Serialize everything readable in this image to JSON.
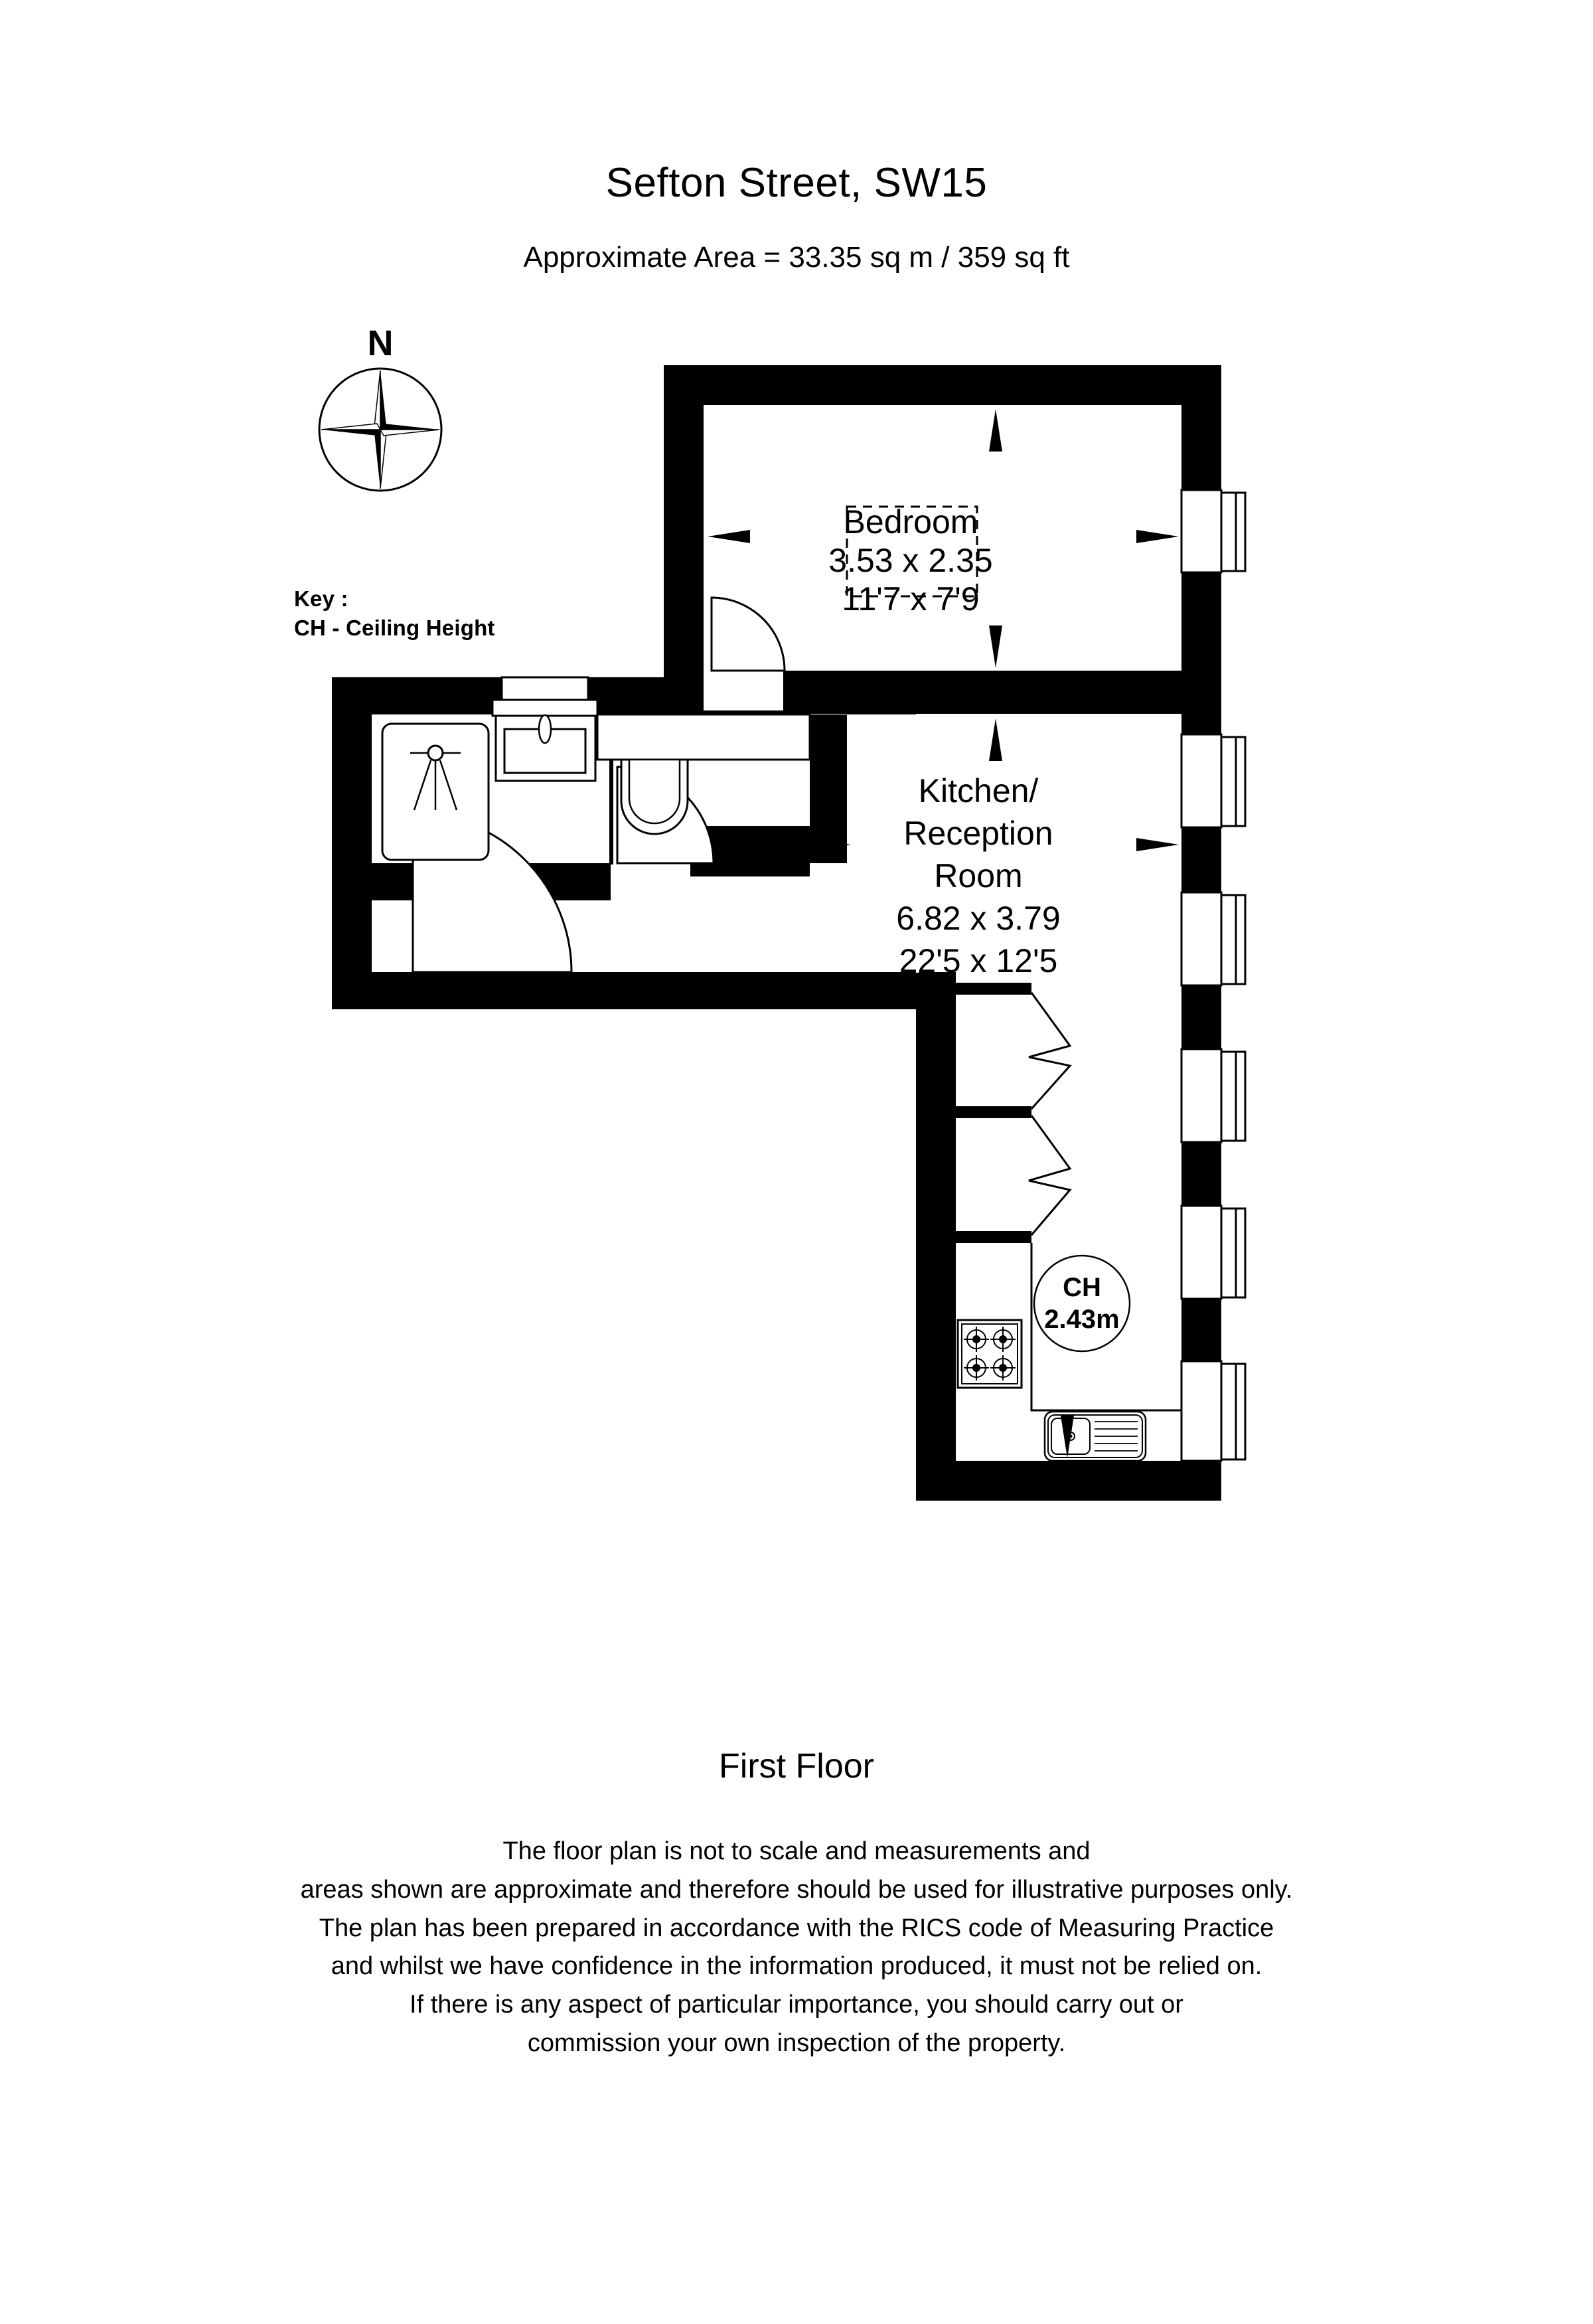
{
  "header": {
    "title": "Sefton Street, SW15",
    "area_line": "Approximate Area =  33.35 sq m / 359 sq ft"
  },
  "compass": {
    "north_label": "N",
    "icon": "compass-rose-icon"
  },
  "key": {
    "heading": "Key :",
    "entries": [
      "CH - Ceiling Height"
    ]
  },
  "rooms": [
    {
      "id": "bedroom",
      "name": "Bedroom",
      "dim_metric": "3.53 x 2.35",
      "dim_imperial": "11'7 x 7'9"
    },
    {
      "id": "kitchen-reception",
      "name_line1": "Kitchen/",
      "name_line2": "Reception",
      "name_line3": "Room",
      "dim_metric": "6.82 x 3.79",
      "dim_imperial": "22'5 x 12'5"
    }
  ],
  "annotations": {
    "ceiling_height": {
      "label": "CH",
      "value": "2.43m"
    }
  },
  "fixtures": [
    {
      "name": "shower-tray",
      "room": "bathroom"
    },
    {
      "name": "wash-basin",
      "room": "bathroom"
    },
    {
      "name": "toilet",
      "room": "bathroom"
    },
    {
      "name": "hob",
      "room": "kitchen-reception"
    },
    {
      "name": "sink-with-drainer",
      "room": "kitchen-reception"
    }
  ],
  "floor_label": "First Floor",
  "disclaimer": [
    "The floor plan is not to scale and measurements and",
    "areas shown are approximate and therefore should be used for illustrative purposes only.",
    "The plan has been prepared in accordance with the RICS code of Measuring Practice",
    "and whilst we have confidence in the information produced, it must not be relied on.",
    "If there is any aspect of particular importance, you should carry out or",
    "commission your own inspection of the property."
  ],
  "colors": {
    "wall": "#000000",
    "background": "#ffffff",
    "text": "#000000"
  }
}
